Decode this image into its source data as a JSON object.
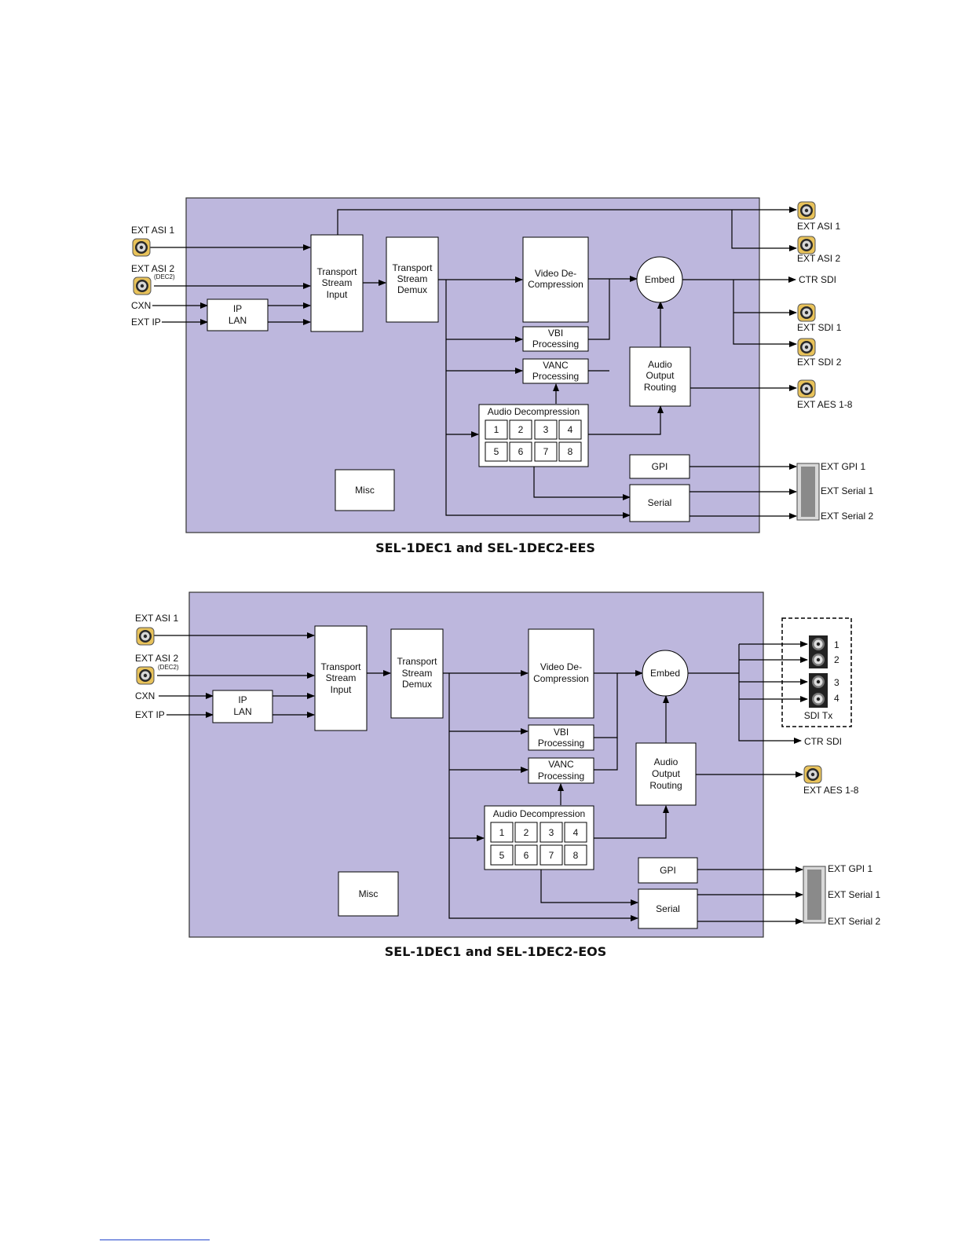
{
  "diagrams": [
    {
      "caption": "SEL-1DEC1 and SEL-1DEC2-EES",
      "inputs": {
        "ext_asi1": "EXT ASI 1",
        "ext_asi2": "EXT ASI 2",
        "dec2": "(DEC2)",
        "cxn": "CXN",
        "ext_ip": "EXT IP"
      },
      "blocks": {
        "ip_lan": [
          "IP",
          "LAN"
        ],
        "tsi": [
          "Transport",
          "Stream",
          "Input"
        ],
        "tsd": [
          "Transport",
          "Stream",
          "Demux"
        ],
        "video": [
          "Video De-",
          "Compression"
        ],
        "vbi": [
          "VBI",
          "Processing"
        ],
        "vanc": [
          "VANC",
          "Processing"
        ],
        "audio_decomp": "Audio Decompression",
        "channels": [
          "1",
          "2",
          "3",
          "4",
          "5",
          "6",
          "7",
          "8"
        ],
        "embed": "Embed",
        "aor": [
          "Audio",
          "Output",
          "Routing"
        ],
        "gpi": "GPI",
        "serial": "Serial",
        "misc": "Misc"
      },
      "outputs": {
        "ext_asi1": "EXT ASI 1",
        "ext_asi2": "EXT ASI 2",
        "ctr_sdi": "CTR SDI",
        "ext_sdi1": "EXT SDI 1",
        "ext_sdi2": "EXT SDI 2",
        "ext_aes": "EXT AES 1-8",
        "ext_gpi1": "EXT GPI 1",
        "ext_serial1": "EXT Serial 1",
        "ext_serial2": "EXT Serial 2"
      }
    },
    {
      "caption": "SEL-1DEC1 and SEL-1DEC2-EOS",
      "inputs": {
        "ext_asi1": "EXT ASI 1",
        "ext_asi2": "EXT ASI 2",
        "dec2": "(DEC2)",
        "cxn": "CXN",
        "ext_ip": "EXT IP"
      },
      "blocks": {
        "ip_lan": [
          "IP",
          "LAN"
        ],
        "tsi": [
          "Transport",
          "Stream",
          "Input"
        ],
        "tsd": [
          "Transport",
          "Stream",
          "Demux"
        ],
        "video": [
          "Video De-",
          "Compression"
        ],
        "vbi": [
          "VBI",
          "Processing"
        ],
        "vanc": [
          "VANC",
          "Processing"
        ],
        "audio_decomp": "Audio Decompression",
        "channels": [
          "1",
          "2",
          "3",
          "4",
          "5",
          "6",
          "7",
          "8"
        ],
        "embed": "Embed",
        "aor": [
          "Audio",
          "Output",
          "Routing"
        ],
        "gpi": "GPI",
        "serial": "Serial",
        "misc": "Misc"
      },
      "outputs": {
        "sdi_tx_numbers": [
          "1",
          "2",
          "3",
          "4"
        ],
        "sdi_tx": "SDI Tx",
        "ctr_sdi": "CTR SDI",
        "ext_aes": "EXT AES 1-8",
        "ext_gpi1": "EXT GPI 1",
        "ext_serial1": "EXT Serial 1",
        "ext_serial2": "EXT Serial 2"
      }
    }
  ],
  "colors": {
    "panel": "#bdb7dd",
    "connector_gold": "#e8c25a",
    "box": "#ffffff",
    "line": "#000000"
  }
}
